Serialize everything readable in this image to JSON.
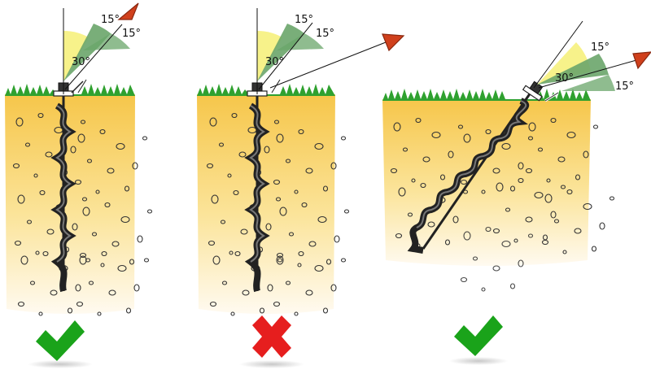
{
  "panels": [
    {
      "id": "vertical",
      "verdict": "correct",
      "labels": {
        "wide": "30°",
        "narrow_a": "15°",
        "narrow_b": "15°"
      }
    },
    {
      "id": "vertical-wrong-line",
      "verdict": "incorrect",
      "labels": {
        "wide": "30°",
        "narrow_a": "15°",
        "narrow_b": "15°"
      }
    },
    {
      "id": "angled",
      "verdict": "correct",
      "labels": {
        "wide": "30°",
        "narrow_a": "15°",
        "narrow_b": "15°"
      }
    }
  ],
  "colors": {
    "soil_top": "#f5c84a",
    "soil_bottom": "#fff6dc",
    "grass": "#2fa12f",
    "sector_wide": "#f7f28a",
    "sector_narrow": "#6aa56a",
    "pointer": "#d0401c",
    "check": "#1aa31a",
    "cross": "#e61e1e",
    "auger": "#222222"
  },
  "icons": [
    "check-icon",
    "cross-icon",
    "pointer-arrow-icon"
  ]
}
